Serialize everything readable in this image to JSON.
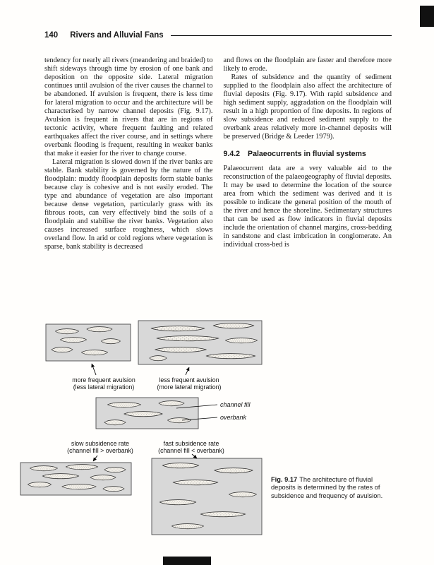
{
  "header": {
    "page_number": "140",
    "chapter_title": "Rivers and Alluvial Fans"
  },
  "left_column": {
    "para1": "tendency for nearly all rivers (meandering and braided) to shift sideways through time by erosion of one bank and deposition on the opposite side. Lateral migration continues until avulsion of the river causes the channel to be abandoned. If avulsion is frequent, there is less time for lateral migration to occur and the architecture will be characterised by narrow channel deposits (Fig. 9.17). Avulsion is frequent in rivers that are in regions of tectonic activity, where frequent faulting and related earthquakes affect the river course, and in settings where overbank flooding is frequent, resulting in weaker banks that make it easier for the river to change course.",
    "para2": "Lateral migration is slowed down if the river banks are stable. Bank stability is governed by the nature of the floodplain: muddy floodplain deposits form stable banks because clay is cohesive and is not easily eroded. The type and abundance of vegetation are also important because dense vegetation, particularly grass with its fibrous roots, can very effectively bind the soils of a floodplain and stabilise the river banks. Vegetation also causes increased surface roughness, which slows overland flow. In arid or cold regions where vegetation is sparse, bank stability is decreased"
  },
  "right_column": {
    "para1": "and flows on the floodplain are faster and therefore more likely to erode.",
    "para2": "Rates of subsidence and the quantity of sediment supplied to the floodplain also affect the architecture of fluvial deposits (Fig. 9.17). With rapid subsidence and high sediment supply, aggradation on the floodplain will result in a high proportion of fine deposits. In regions of slow subsidence and reduced sediment supply to the overbank areas relatively more in-channel deposits will be preserved (Bridge & Leeder 1979).",
    "heading_number": "9.4.2",
    "heading_text": "Palaeocurrents in fluvial systems",
    "para3": "Palaeocurrent data are a very valuable aid to the reconstruction of the palaeogeography of fluvial deposits. It may be used to determine the location of the source area from which the sediment was derived and it is possible to indicate the general position of the mouth of the river and hence the shoreline. Sedimentary structures that can be used as flow indicators in fluvial deposits include the orientation of channel margins, cross-bedding in sandstone and clast imbrication in conglomerate. An individual cross-bed is"
  },
  "figure": {
    "labels": {
      "top_left_line1": "more frequent avulsion",
      "top_left_line2": "(less lateral migration)",
      "top_right_line1": "less frequent avulsion",
      "top_right_line2": "(more lateral migration)",
      "channel_fill": "channel fill",
      "overbank": "overbank",
      "bottom_left_line1": "slow subsidence rate",
      "bottom_left_line2": "(channel fill > overbank)",
      "bottom_right_line1": "fast subsidence rate",
      "bottom_right_line2": "(channel fill < overbank)"
    },
    "caption_label": "Fig. 9.17",
    "caption_text": "The architecture of fluvial deposits is determined by the rates of subsidence and frequency of avulsion.",
    "colors": {
      "box_fill": "#d8d8d8",
      "box_stroke": "#4a4a4a",
      "lens_fill": "#f3f0e9",
      "lens_stroke": "#2a2a2a",
      "edge_tab": "#111111"
    }
  }
}
